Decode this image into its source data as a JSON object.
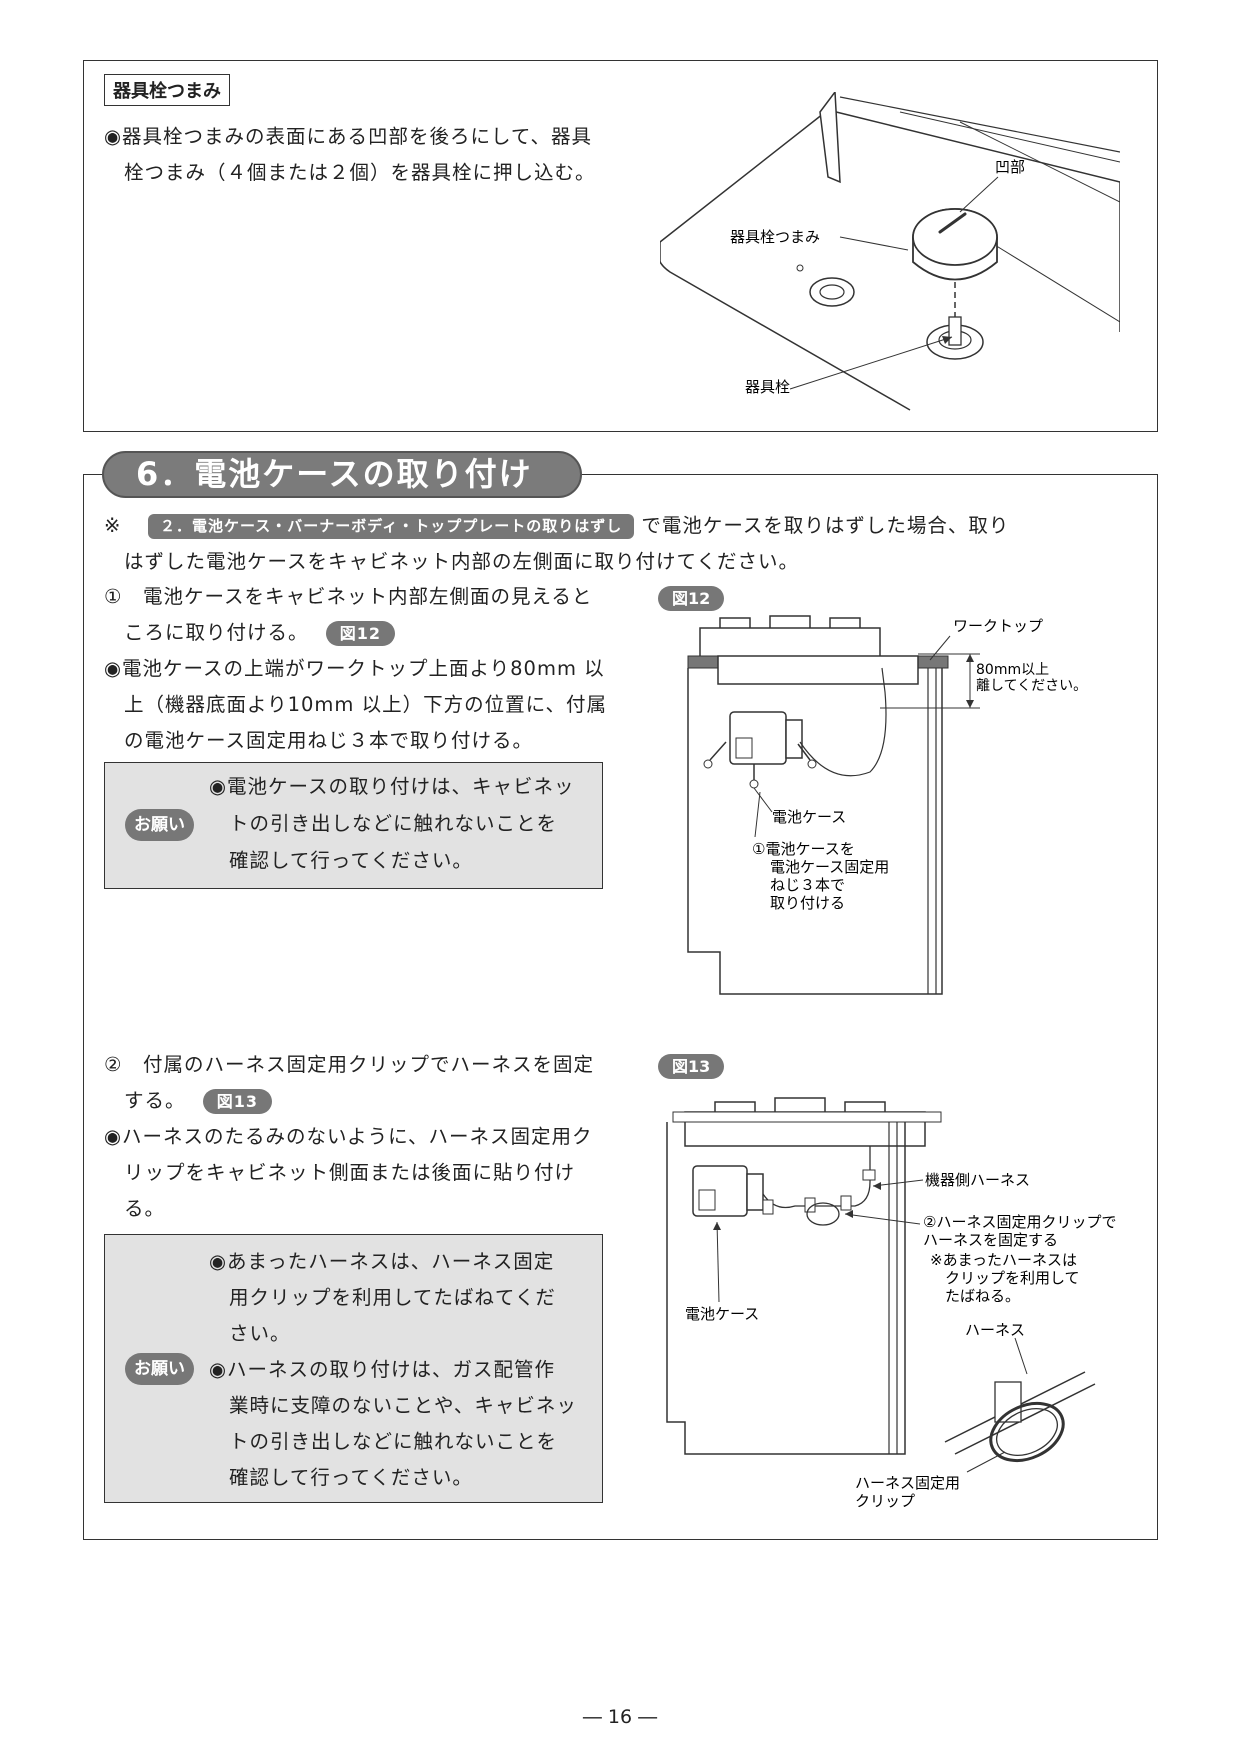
{
  "top_section": {
    "label": "器具栓つまみ",
    "text_line1": "◉器具栓つまみの表面にある凹部を後ろにして、器具",
    "text_line2": "栓つまみ（４個または２個）を器具栓に押し込む。",
    "fig_labels": {
      "recess": "凹部",
      "knob": "器具栓つまみ",
      "valve": "器具栓"
    }
  },
  "section6": {
    "title": "6．電池ケースの取り付け",
    "note_mark": "※",
    "note_ref": "２．電池ケース・バーナーボディ・トッププレートの取りはずし",
    "note_line1_tail": "で電池ケースを取りはずした場合、取り",
    "note_line2": "はずした電池ケースをキャビネット内部の左側面に取り付けてください。",
    "step1": {
      "line1": "①　電池ケースをキャビネット内部左側面の見えると",
      "line2": "ころに取り付ける。",
      "fig_ref": "図12",
      "bullet_line1": "◉電池ケースの上端がワークトップ上面より80mm 以",
      "bullet_line2": "上（機器底面より10mm 以上）下方の位置に、付属",
      "bullet_line3": "の電池ケース固定用ねじ３本で取り付ける。",
      "onegai": "お願い",
      "caution_line1": "◉電池ケースの取り付けは、キャビネッ",
      "caution_line2": "トの引き出しなどに触れないことを",
      "caution_line3": "確認して行ってください。"
    },
    "fig12": {
      "tag": "図12",
      "worktop": "ワークトップ",
      "dim_line1": "80mm以上",
      "dim_line2": "離してください。",
      "battery_case": "電池ケース",
      "attach_line1": "①電池ケースを",
      "attach_line2": "電池ケース固定用",
      "attach_line3": "ねじ３本で",
      "attach_line4": "取り付ける"
    },
    "step2": {
      "line1": "②　付属のハーネス固定用クリップでハーネスを固定",
      "line2": "する。",
      "fig_ref": "図13",
      "bullet_line1": "◉ハーネスのたるみのないように、ハーネス固定用ク",
      "bullet_line2": "リップをキャビネット側面または後面に貼り付け",
      "bullet_line3": "る。",
      "onegai": "お願い",
      "caution_line1": "◉あまったハーネスは、ハーネス固定",
      "caution_line2": "用クリップを利用してたばねてくだ",
      "caution_line3": "さい。",
      "caution_line4": "◉ハーネスの取り付けは、ガス配管作",
      "caution_line5": "業時に支障のないことや、キャビネッ",
      "caution_line6": "トの引き出しなどに触れないことを",
      "caution_line7": "確認して行ってください。"
    },
    "fig13": {
      "tag": "図13",
      "harness_side": "機器側ハーネス",
      "fix_line1": "②ハーネス固定用クリップで",
      "fix_line2": "ハーネスを固定する",
      "extra_line1": "※あまったハーネスは",
      "extra_line2": "クリップを利用して",
      "extra_line3": "たばねる。",
      "battery_case": "電池ケース",
      "harness": "ハーネス",
      "clip_line1": "ハーネス固定用",
      "clip_line2": "クリップ"
    }
  },
  "page_number": "― 16 ―"
}
